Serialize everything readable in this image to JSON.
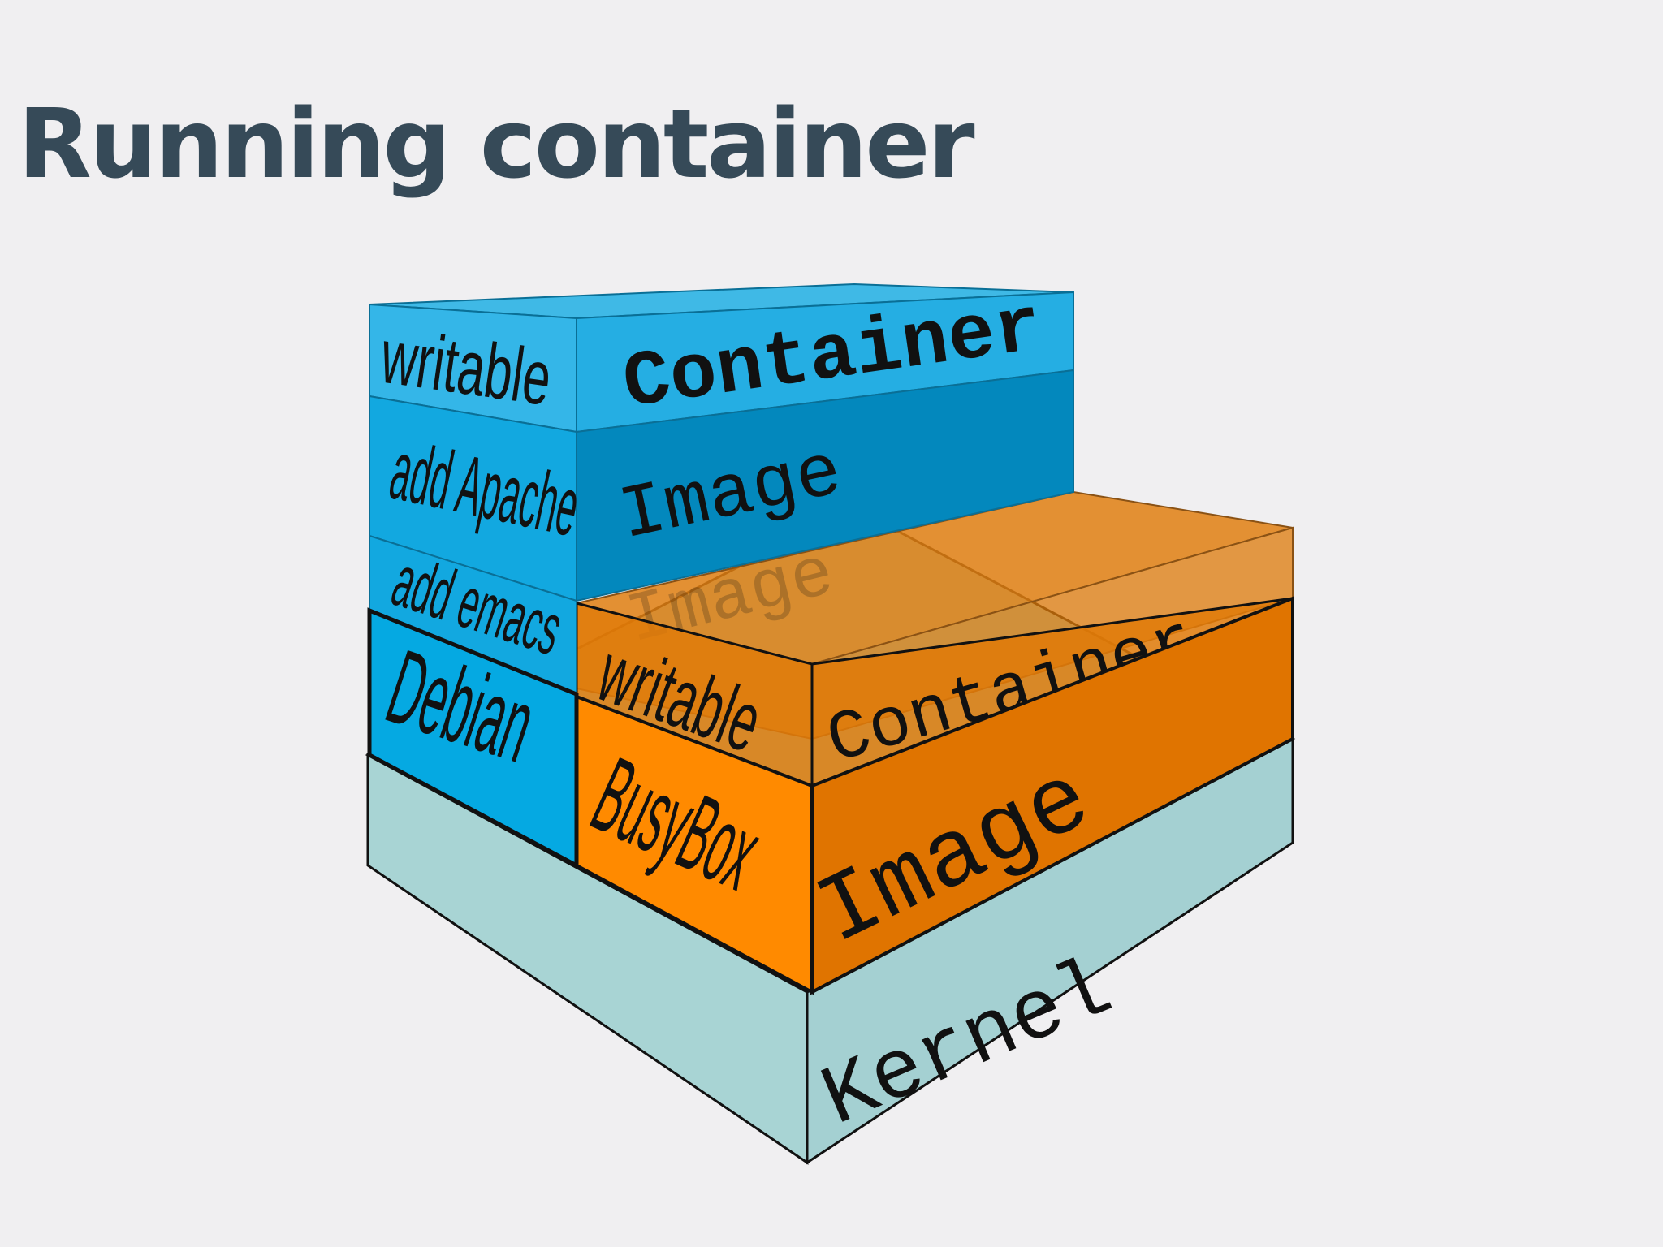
{
  "slide": {
    "title": "Running container"
  },
  "diagram": {
    "colors": {
      "background": "#f0eff1",
      "title": "#364a58",
      "debian_stack": "#0aa9e0",
      "busybox_stack": "#ff8a00",
      "kernel": "#a8d4d4",
      "outline": "#111111"
    },
    "kernel": {
      "label": "Kernel"
    },
    "debian_stack": {
      "base_layer": {
        "name": "Debian"
      },
      "layers": [
        {
          "name": "add emacs"
        },
        {
          "name": "add Apache"
        }
      ],
      "image_label": "Image",
      "writable": {
        "name": "writable",
        "label": "Container"
      }
    },
    "busybox_stack": {
      "base_layer": {
        "name": "BusyBox"
      },
      "image_label": "Image",
      "ghost_image_label": "Image",
      "writable": {
        "name": "writable",
        "label": "Container"
      }
    }
  }
}
